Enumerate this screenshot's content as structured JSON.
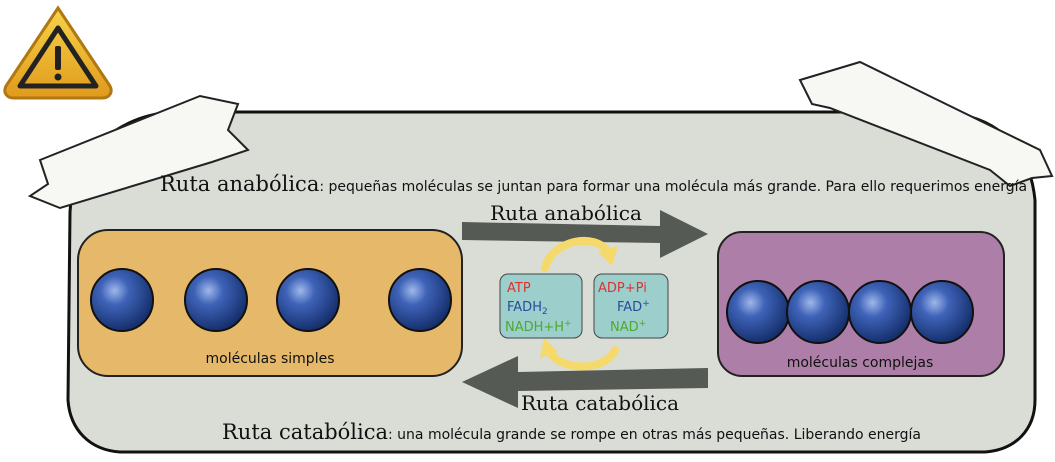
{
  "header": {
    "anabolic_title": "Ruta anabólica",
    "anabolic_desc": ": pequeñas moléculas se juntan para formar una molécula más grande. Para ello requerimos energía"
  },
  "arrows": {
    "anabolic_label": "Ruta anabólica",
    "catabolic_label": "Ruta catabólica"
  },
  "boxes": {
    "simple_label": "moléculas simples",
    "complex_label": "moléculas complejas"
  },
  "energy_left": {
    "atp": "ATP",
    "fadh": "FADH",
    "fadh_sub": "2",
    "nadh": "NADH+H",
    "nadh_sup": "+"
  },
  "energy_right": {
    "adp": "ADP+Pi",
    "fad": "FAD",
    "fad_sup": "+",
    "nad": "NAD",
    "nad_sup": "+"
  },
  "footer": {
    "catabolic_title": "Ruta catabólica",
    "catabolic_desc": ": una molécula grande se rompe en otras más pequeñas. Liberando energía"
  },
  "colors": {
    "panel": "#d9ddd6",
    "simple_box": "#e6b86a",
    "complex_box": "#ad7fa8",
    "arrow": "#555a55",
    "molecule": "#244a9c",
    "energy_box": "#9ccfcc",
    "atp_red": "#e03030",
    "fad_blue": "#2a4a9a",
    "nad_green": "#4caa2c",
    "cycle_yellow": "#f5d96a",
    "warning": "#f2c230"
  },
  "icons": {
    "warning": "warning-triangle-icon",
    "tape": "tape-strip-icon"
  }
}
